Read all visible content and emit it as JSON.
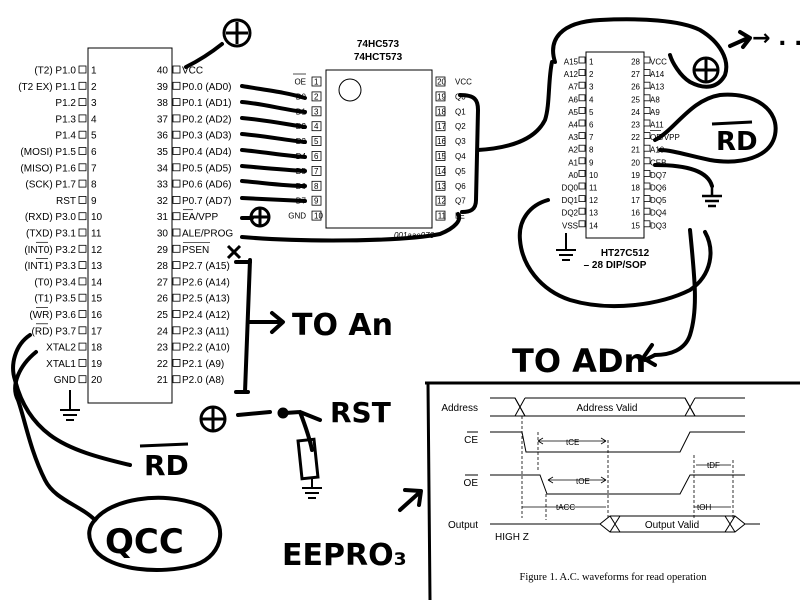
{
  "mcu": {
    "left_pins": [
      {
        "label": "(T2) P1.0",
        "num": "1"
      },
      {
        "label": "(T2 EX) P1.1",
        "num": "2"
      },
      {
        "label": "P1.2",
        "num": "3"
      },
      {
        "label": "P1.3",
        "num": "4"
      },
      {
        "label": "P1.4",
        "num": "5"
      },
      {
        "label": "(MOSI) P1.5",
        "num": "6"
      },
      {
        "label": "(MISO) P1.6",
        "num": "7"
      },
      {
        "label": "(SCK) P1.7",
        "num": "8"
      },
      {
        "label": "RST",
        "num": "9"
      },
      {
        "label": "(RXD) P3.0",
        "num": "10"
      },
      {
        "label": "(TXD) P3.1",
        "num": "11"
      },
      {
        "label": "(INT0) P3.2",
        "num": "12"
      },
      {
        "label": "(INT1) P3.3",
        "num": "13"
      },
      {
        "label": "(T0) P3.4",
        "num": "14"
      },
      {
        "label": "(T1) P3.5",
        "num": "15"
      },
      {
        "label": "(WR) P3.6",
        "num": "16"
      },
      {
        "label": "(RD) P3.7",
        "num": "17"
      },
      {
        "label": "XTAL2",
        "num": "18"
      },
      {
        "label": "XTAL1",
        "num": "19"
      },
      {
        "label": "GND",
        "num": "20"
      }
    ],
    "right_pins": [
      {
        "num": "40",
        "label": "VCC"
      },
      {
        "num": "39",
        "label": "P0.0 (AD0)"
      },
      {
        "num": "38",
        "label": "P0.1 (AD1)"
      },
      {
        "num": "37",
        "label": "P0.2 (AD2)"
      },
      {
        "num": "36",
        "label": "P0.3 (AD3)"
      },
      {
        "num": "35",
        "label": "P0.4 (AD4)"
      },
      {
        "num": "34",
        "label": "P0.5 (AD5)"
      },
      {
        "num": "33",
        "label": "P0.6 (AD6)"
      },
      {
        "num": "32",
        "label": "P0.7 (AD7)"
      },
      {
        "num": "31",
        "label": "EA/VPP"
      },
      {
        "num": "30",
        "label": "ALE/PROG"
      },
      {
        "num": "29",
        "label": "PSEN"
      },
      {
        "num": "28",
        "label": "P2.7 (A15)"
      },
      {
        "num": "27",
        "label": "P2.6 (A14)"
      },
      {
        "num": "26",
        "label": "P2.5 (A13)"
      },
      {
        "num": "25",
        "label": "P2.4 (A12)"
      },
      {
        "num": "24",
        "label": "P2.3 (A11)"
      },
      {
        "num": "23",
        "label": "P2.2 (A10)"
      },
      {
        "num": "22",
        "label": "P2.1 (A9)"
      },
      {
        "num": "21",
        "label": "P2.0 (A8)"
      }
    ]
  },
  "latch": {
    "title1": "74HC573",
    "title2": "74HCT573",
    "code": "001aae076",
    "left_pins": [
      {
        "label": "OE",
        "num": "1"
      },
      {
        "label": "D0",
        "num": "2"
      },
      {
        "label": "D1",
        "num": "3"
      },
      {
        "label": "D2",
        "num": "4"
      },
      {
        "label": "D3",
        "num": "5"
      },
      {
        "label": "D4",
        "num": "6"
      },
      {
        "label": "D5",
        "num": "7"
      },
      {
        "label": "D6",
        "num": "8"
      },
      {
        "label": "D7",
        "num": "9"
      },
      {
        "label": "GND",
        "num": "10"
      }
    ],
    "right_pins": [
      {
        "num": "20",
        "label": "VCC"
      },
      {
        "num": "19",
        "label": "Q0"
      },
      {
        "num": "18",
        "label": "Q1"
      },
      {
        "num": "17",
        "label": "Q2"
      },
      {
        "num": "16",
        "label": "Q3"
      },
      {
        "num": "15",
        "label": "Q4"
      },
      {
        "num": "14",
        "label": "Q5"
      },
      {
        "num": "13",
        "label": "Q6"
      },
      {
        "num": "12",
        "label": "Q7"
      },
      {
        "num": "11",
        "label": "LE"
      }
    ]
  },
  "eprom": {
    "name": "HT27C512",
    "package": "– 28 DIP/SOP",
    "left_pins": [
      {
        "label": "A15",
        "num": "1"
      },
      {
        "label": "A12",
        "num": "2"
      },
      {
        "label": "A7",
        "num": "3"
      },
      {
        "label": "A6",
        "num": "4"
      },
      {
        "label": "A5",
        "num": "5"
      },
      {
        "label": "A4",
        "num": "6"
      },
      {
        "label": "A3",
        "num": "7"
      },
      {
        "label": "A2",
        "num": "8"
      },
      {
        "label": "A1",
        "num": "9"
      },
      {
        "label": "A0",
        "num": "10"
      },
      {
        "label": "DQ0",
        "num": "11"
      },
      {
        "label": "DQ1",
        "num": "12"
      },
      {
        "label": "DQ2",
        "num": "13"
      },
      {
        "label": "VSS",
        "num": "14"
      }
    ],
    "right_pins": [
      {
        "num": "28",
        "label": "VCC"
      },
      {
        "num": "27",
        "label": "A14"
      },
      {
        "num": "26",
        "label": "A13"
      },
      {
        "num": "25",
        "label": "A8"
      },
      {
        "num": "24",
        "label": "A9"
      },
      {
        "num": "23",
        "label": "A11"
      },
      {
        "num": "22",
        "label": "OE/VPP"
      },
      {
        "num": "21",
        "label": "A10"
      },
      {
        "num": "20",
        "label": "CEB"
      },
      {
        "num": "19",
        "label": "DQ7"
      },
      {
        "num": "18",
        "label": "DQ6"
      },
      {
        "num": "17",
        "label": "DQ5"
      },
      {
        "num": "16",
        "label": "DQ4"
      },
      {
        "num": "15",
        "label": "DQ3"
      }
    ]
  },
  "timing": {
    "address": "Address",
    "address_valid": "Address Valid",
    "ce": "CE",
    "tce": "tCE",
    "oe": "OE",
    "toe": "tOE",
    "tdf": "tDF",
    "tacc": "tACC",
    "toh": "tOH",
    "output": "Output",
    "high_z": "HIGH Z",
    "output_valid": "Output Valid",
    "caption": "Figure 1. A.C. waveforms for read operation"
  },
  "annotations": {
    "to_an": "TO An",
    "to_adn": "TO ADn",
    "rd_right": "RD",
    "rd_left": "RD",
    "rst": "RST",
    "qcc": "QCC",
    "eeprom": "EEPRO₃",
    "dots": "→ . . ."
  }
}
